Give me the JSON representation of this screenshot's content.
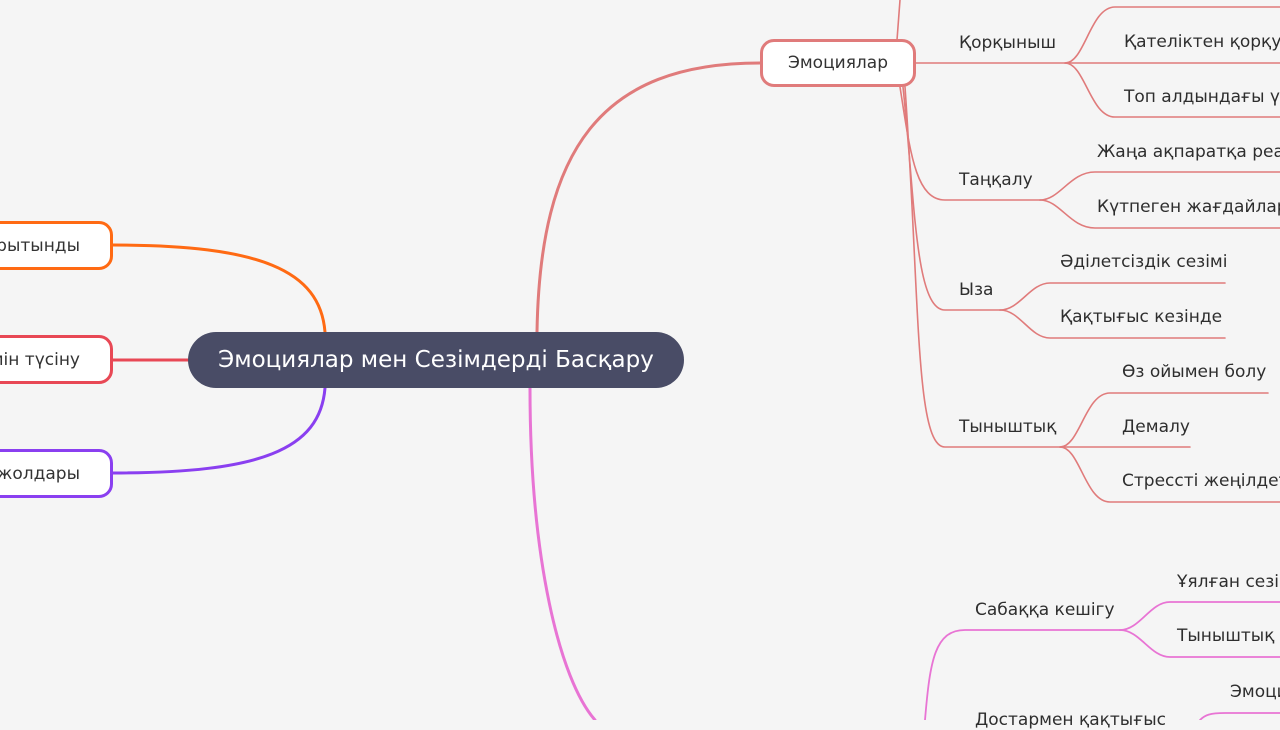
{
  "central": "Эмоциялар мен Сезімдерді Басқару",
  "colors": {
    "emotions": "#e07b7b",
    "pink": "#e874d4",
    "orange": "#ff6a13",
    "red": "#e84855",
    "purple": "#8a3ff0",
    "central": "#494c66"
  },
  "left": [
    "рытынды",
    "мін түсіну",
    "жолдары"
  ],
  "emotions": {
    "label": "Эмоциялар",
    "topics": [
      {
        "label": "Қорқыныш",
        "children": [
          "Қателіктен қорқу",
          "Топ алдындағы үр"
        ]
      },
      {
        "label": "Таңқалу",
        "children": [
          "Жаңа ақпаратқа реа",
          "Күтпеген жағдайлар"
        ]
      },
      {
        "label": "Ыза",
        "children": [
          "Әділетсіздік сезімі",
          "Қақтығыс кезінде"
        ]
      },
      {
        "label": "Тыныштық",
        "children": [
          "Өз ойымен болу",
          "Демалу",
          "Стрессті жеңілдет"
        ]
      }
    ]
  },
  "situations": {
    "topics": [
      {
        "label": "Сабаққа кешігу",
        "children": [
          "Ұялған сезі",
          "Тыныштық і"
        ]
      },
      {
        "label": "Достармен қақтығыс",
        "children": [
          "Эмоци"
        ]
      }
    ]
  }
}
